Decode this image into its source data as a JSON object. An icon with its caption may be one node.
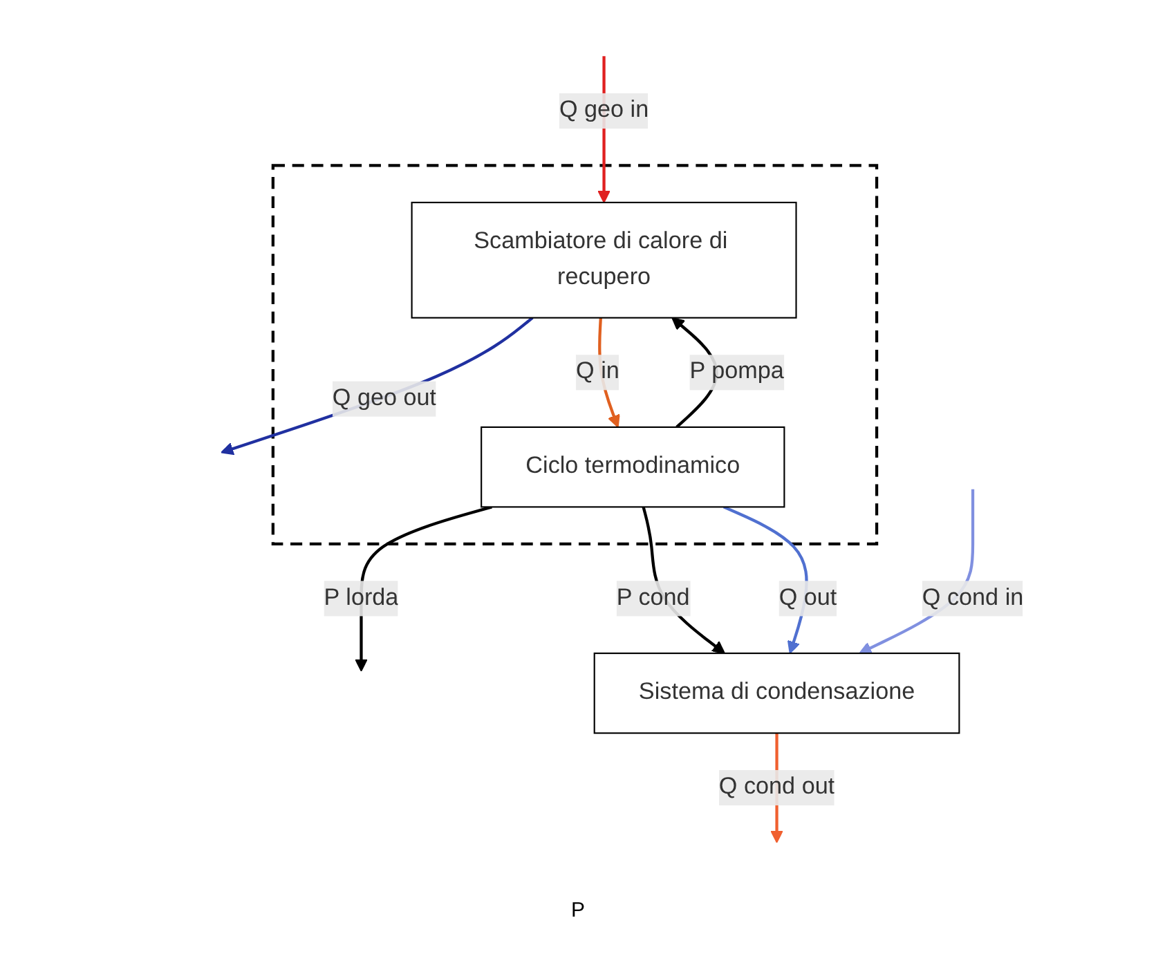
{
  "diagram": {
    "nodes": [
      {
        "text": [],
        "shape": "box"
      },
      {
        "text": [
          "Scambiatore di calore di recupero"
        ],
        "in": 0
      },
      {
        "text": [
          "Ciclo termodinamico"
        ],
        "in": 0
      },
      {
        "text": [
          "Sistema di condensazione"
        ]
      }
    ],
    "edges": [
      {
        "from": null,
        "to": 1,
        "arrow": "to",
        "label": "Q geo in",
        "color": "#e02020"
      },
      {
        "from": 1,
        "to": null,
        "arrow": "to",
        "label": "Q geo out",
        "color": "#2030a0"
      },
      {
        "from": 1,
        "to": 2,
        "arrow": "to",
        "label": "Q in",
        "color": "#e06020"
      },
      {
        "from": 2,
        "to": 1,
        "arrow": "to",
        "label": "P pompa",
        "color": "#000000"
      },
      {
        "from": 2,
        "to": null,
        "arrow": "to",
        "label": "P lorda",
        "color": "#000000"
      },
      {
        "from": 2,
        "to": 3,
        "arrow": "to",
        "label": "P cond",
        "color": "#000000"
      },
      {
        "from": 2,
        "to": 3,
        "arrow": "to",
        "label": "Q out",
        "color": "#5070d0"
      },
      {
        "from": 3,
        "to": null,
        "arrow": "to",
        "label": "Q cond out",
        "color": "#f06030"
      },
      {
        "from": null,
        "to": 3,
        "arrow": "to",
        "label": "Q cond in",
        "color": "#8090e0"
      }
    ],
    "labels": [
      "P"
    ]
  }
}
